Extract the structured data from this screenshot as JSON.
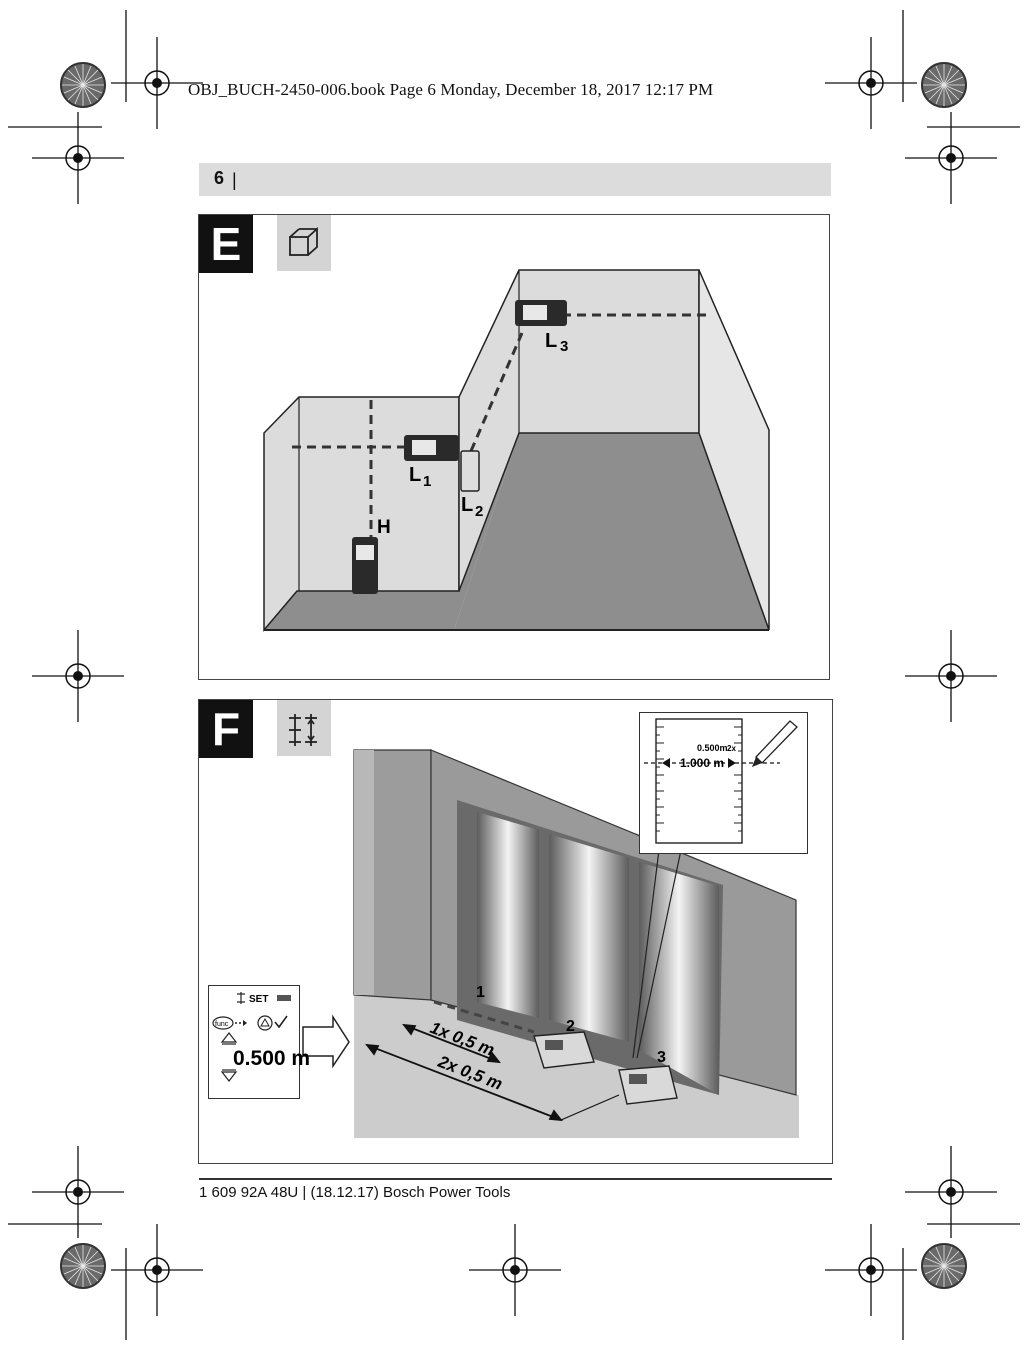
{
  "print_header": "OBJ_BUCH-2450-006.book  Page 6  Monday, December 18, 2017  12:17 PM",
  "page_number": "6",
  "page_number_separator": "|",
  "figure_e": {
    "letter": "E",
    "icon": "cube-corner-icon",
    "labels": {
      "l3_main": "L",
      "l3_sub": "3",
      "l1_main": "L",
      "l1_sub": "1",
      "l2_main": "L",
      "l2_sub": "2",
      "h": "H"
    }
  },
  "figure_f": {
    "letter": "F",
    "icon": "stakeout-marker-icon",
    "inset": {
      "top_value": "0.500m",
      "top_suffix": "2x",
      "main_value": "1.000 m"
    },
    "callouts": [
      "1",
      "2",
      "3"
    ],
    "dim_short": "1x 0,5 m",
    "dim_long": "2x 0,5 m",
    "display": {
      "set_label": "SET",
      "value": "0.500 m",
      "func_label": "func"
    }
  },
  "footer": "1 609 92A 48U | (18.12.17) Bosch Power Tools"
}
